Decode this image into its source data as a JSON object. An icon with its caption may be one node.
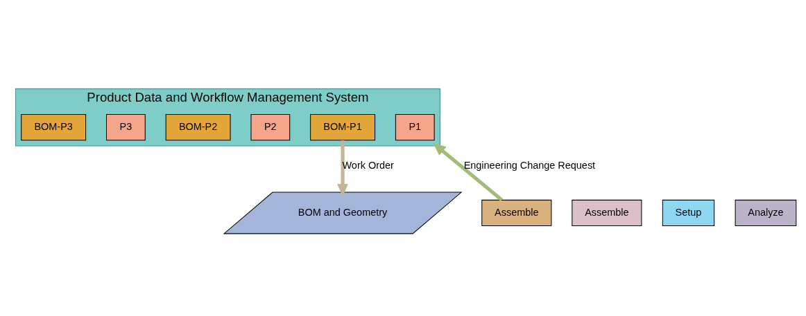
{
  "diagram": {
    "nodes": [
      {
        "text": [
          "Product Data and Workflow Management System"
        ]
      },
      {
        "text": [
          "P1"
        ],
        "in": 0
      },
      {
        "text": [
          "BOM-P1"
        ],
        "in": 0
      },
      {
        "text": [
          "P2"
        ],
        "in": 0
      },
      {
        "text": [
          "BOM-P2"
        ],
        "in": 0
      },
      {
        "text": [
          "P3"
        ],
        "in": 0
      },
      {
        "text": [
          "BOM-P3"
        ],
        "in": 0
      },
      {
        "text": [
          "BOM and Geometry"
        ]
      },
      {
        "text": [
          "Assemble"
        ]
      },
      {
        "text": [
          "Setup"
        ]
      },
      {
        "text": [
          "Analyze"
        ]
      },
      {
        "text": [
          "Assemble"
        ]
      }
    ],
    "edges": [
      {
        "from": 2,
        "to": 7,
        "arrow": "to",
        "label": "Work Order",
        "color": "#c4b59a"
      },
      {
        "from": 11,
        "to": 0,
        "arrow": "to",
        "label": "Engineering Change Request",
        "color": "#a3bb78"
      }
    ]
  }
}
